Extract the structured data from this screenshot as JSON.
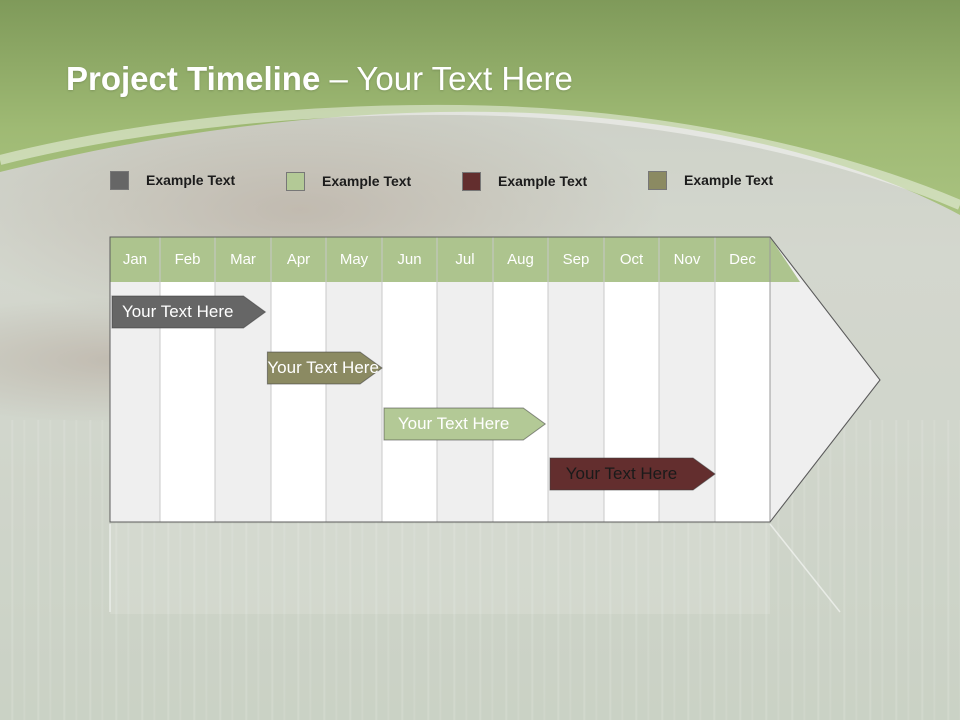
{
  "title": {
    "bold": "Project Timeline",
    "rest": " – Your Text Here"
  },
  "colors": {
    "header_green": "#9fba74",
    "month_header": "#adc48e",
    "col_light": "#efefef",
    "col_white": "#ffffff",
    "gray": "#666666",
    "olive": "#8b8a62",
    "light_green": "#b3c996",
    "maroon": "#632e2e"
  },
  "legend": [
    {
      "label": "Example Text",
      "color": "#666666"
    },
    {
      "label": "Example Text",
      "color": "#b3c996"
    },
    {
      "label": "Example Text",
      "color": "#632e2e"
    },
    {
      "label": "Example Text",
      "color": "#8b8a62"
    }
  ],
  "months": [
    "Jan",
    "Feb",
    "Mar",
    "Apr",
    "May",
    "Jun",
    "Jul",
    "Aug",
    "Sep",
    "Oct",
    "Nov",
    "Dec"
  ],
  "tasks": [
    {
      "label": "Your  Text Here",
      "color": "#666666",
      "text_color": "#ffffff",
      "start_month": 1.0,
      "end_month": 3.9
    },
    {
      "label": "Your  Text Here",
      "color": "#8b8a62",
      "text_color": "#ffffff",
      "start_month": 3.9,
      "end_month": 6.0
    },
    {
      "label": "Your  Text Here",
      "color": "#b3c996",
      "text_color": "#ffffff",
      "start_month": 6.0,
      "end_month": 8.95
    },
    {
      "label": "Your  Text Here",
      "color": "#632e2e",
      "text_color": "#1a1a1a",
      "start_month": 9.0,
      "end_month": 12.0
    }
  ]
}
